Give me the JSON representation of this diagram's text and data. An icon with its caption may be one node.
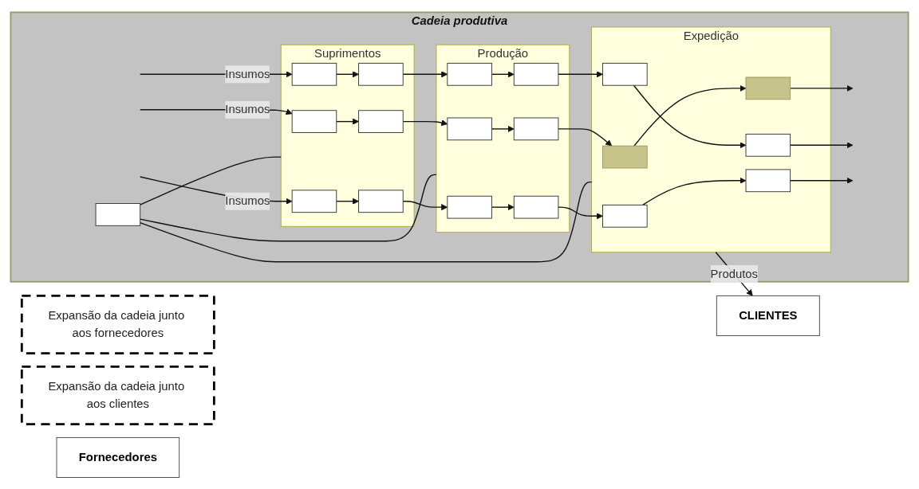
{
  "diagram": {
    "nodes": [
      {
        "text": [
          "Cadeia produtiva"
        ]
      },
      {
        "text": [],
        "shape": "box",
        "in": 0
      },
      {
        "text": [
          "Expansão da cadeia junto aos fornecedores"
        ]
      },
      {
        "text": [
          "Expansão da cadeia junto aos clientes"
        ]
      },
      {
        "text": [
          "Suprimentos"
        ],
        "in": 0
      },
      {
        "text": [],
        "shape": "box",
        "in": 4
      },
      {
        "text": [],
        "shape": "box",
        "in": 4
      },
      {
        "text": [],
        "shape": "box",
        "in": 4
      },
      {
        "text": [],
        "shape": "box",
        "in": 4
      },
      {
        "text": [],
        "shape": "box",
        "in": 4
      },
      {
        "text": [],
        "shape": "box",
        "in": 4
      },
      {
        "text": [
          "Produção"
        ],
        "in": 0
      },
      {
        "text": [],
        "shape": "box",
        "in": 11
      },
      {
        "text": [],
        "shape": "box",
        "in": 11
      },
      {
        "text": [],
        "shape": "box",
        "in": 11
      },
      {
        "text": [],
        "shape": "box",
        "in": 11
      },
      {
        "text": [],
        "shape": "box",
        "in": 11
      },
      {
        "text": [],
        "shape": "box",
        "in": 11
      },
      {
        "text": [
          "Expedição"
        ],
        "in": 0
      },
      {
        "text": [],
        "shape": "cube",
        "in": 18
      },
      {
        "text": [],
        "shape": "cube",
        "in": 18
      },
      {
        "text": [],
        "shape": "box",
        "in": 18
      },
      {
        "text": [],
        "shape": "box",
        "in": 18
      },
      {
        "text": [],
        "shape": "box",
        "in": 18
      },
      {
        "text": [],
        "shape": "box",
        "in": 18
      },
      {
        "text": [
          "Fornecedores"
        ]
      },
      {
        "text": [
          "CLIENTES"
        ]
      }
    ],
    "edges": [
      {
        "from": 1,
        "to": 4,
        "arrow": "none"
      },
      {
        "from": 1,
        "to": 11,
        "arrow": "none"
      },
      {
        "from": 1,
        "to": 18,
        "arrow": "none"
      },
      {
        "from": null,
        "to": 5,
        "arrow": "to",
        "label": "Insumos"
      },
      {
        "from": null,
        "to": 7,
        "arrow": "to",
        "label": "Insumos"
      },
      {
        "from": null,
        "to": 9,
        "arrow": "to",
        "label": "Insumos"
      },
      {
        "from": 5,
        "to": 6,
        "arrow": "to"
      },
      {
        "from": 7,
        "to": 8,
        "arrow": "to"
      },
      {
        "from": 9,
        "to": 10,
        "arrow": "to"
      },
      {
        "from": 6,
        "to": 12,
        "arrow": "to"
      },
      {
        "from": 8,
        "to": 14,
        "arrow": "to"
      },
      {
        "from": 10,
        "to": 16,
        "arrow": "to"
      },
      {
        "from": 12,
        "to": 13,
        "arrow": "to"
      },
      {
        "from": 14,
        "to": 15,
        "arrow": "to"
      },
      {
        "from": 16,
        "to": 17,
        "arrow": "to"
      },
      {
        "from": 13,
        "to": 19,
        "arrow": "to"
      },
      {
        "from": 15,
        "to": 21,
        "arrow": "to"
      },
      {
        "from": 17,
        "to": 23,
        "arrow": "to"
      },
      {
        "from": 19,
        "to": 20,
        "arrow": "to"
      },
      {
        "from": 21,
        "to": 22,
        "arrow": "to"
      },
      {
        "from": 23,
        "to": 24,
        "arrow": "to"
      },
      {
        "from": 20,
        "to": null,
        "arrow": "to"
      },
      {
        "from": 22,
        "to": null,
        "arrow": "to"
      },
      {
        "from": 24,
        "to": null,
        "arrow": "to"
      },
      {
        "from": 18,
        "to": 26,
        "arrow": "to",
        "label": "Produtos"
      }
    ]
  }
}
